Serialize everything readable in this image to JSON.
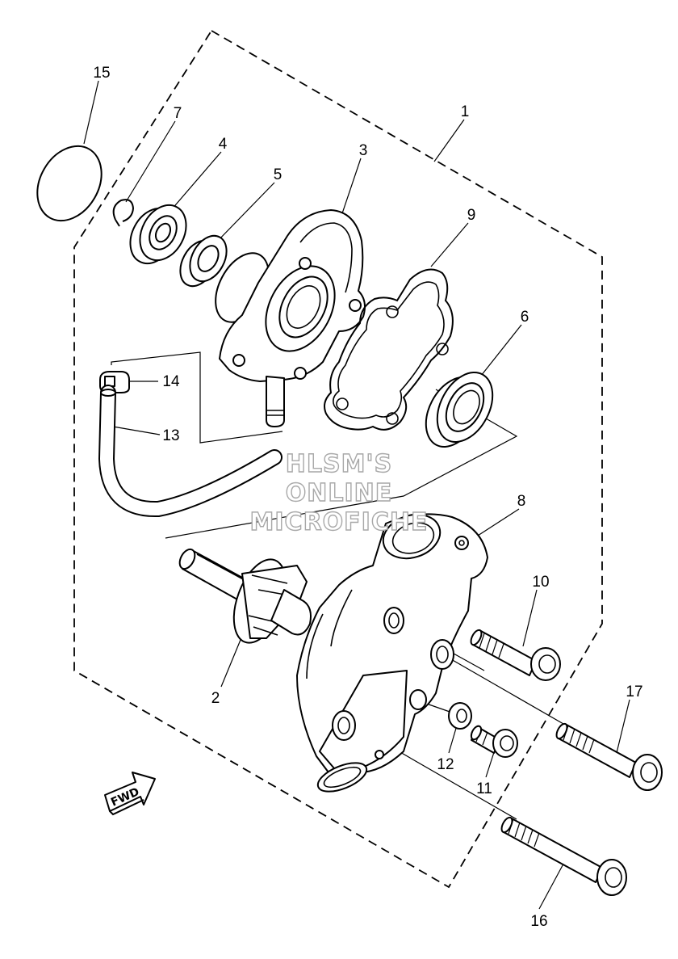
{
  "watermark": {
    "line1": "HLSM'S",
    "line2": "ONLINE",
    "line3": "MICROFICHE"
  },
  "fwd_label": "FWD",
  "callouts": [
    {
      "id": "c1",
      "label": "1"
    },
    {
      "id": "c2",
      "label": "2"
    },
    {
      "id": "c3",
      "label": "3"
    },
    {
      "id": "c4",
      "label": "4"
    },
    {
      "id": "c5",
      "label": "5"
    },
    {
      "id": "c6",
      "label": "6"
    },
    {
      "id": "c7",
      "label": "7"
    },
    {
      "id": "c8",
      "label": "8"
    },
    {
      "id": "c9",
      "label": "9"
    },
    {
      "id": "c10",
      "label": "10"
    },
    {
      "id": "c11",
      "label": "11"
    },
    {
      "id": "c12",
      "label": "12"
    },
    {
      "id": "c13",
      "label": "13"
    },
    {
      "id": "c14",
      "label": "14"
    },
    {
      "id": "c15",
      "label": "15"
    },
    {
      "id": "c16",
      "label": "16"
    },
    {
      "id": "c17",
      "label": "17"
    }
  ]
}
